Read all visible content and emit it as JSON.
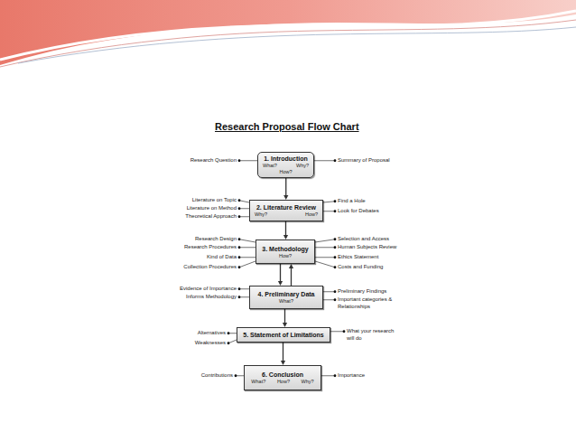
{
  "diagram": {
    "title": "Research Proposal Flow Chart",
    "nodes": [
      {
        "text": [
          "1. Introduction",
          "What?",
          "Why?",
          "How?"
        ]
      },
      {
        "text": [
          "2. Literature Review",
          "Why?",
          "How?"
        ]
      },
      {
        "text": [
          "3. Methodology",
          "How?"
        ]
      },
      {
        "text": [
          "4. Preliminary Data",
          "What?"
        ]
      },
      {
        "text": [
          "5. Statement of Limitations"
        ]
      },
      {
        "text": [
          "6. Conclusion",
          "What?",
          "How?",
          "Why?"
        ]
      }
    ],
    "edges": [
      {
        "from": 0,
        "to": 1,
        "arrow": "to"
      },
      {
        "from": 1,
        "to": 2,
        "arrow": "to"
      },
      {
        "from": 2,
        "to": 3,
        "arrow": "to"
      },
      {
        "from": 3,
        "to": 2,
        "arrow": "to"
      },
      {
        "from": 3,
        "to": 4,
        "arrow": "to"
      },
      {
        "from": 4,
        "to": 5,
        "arrow": "to"
      }
    ],
    "labels": [
      "Research Question",
      "Summary of Proposal",
      "Literature on Topic",
      "Literature on Method",
      "Theoretical Approach",
      "Find a Hole",
      "Look for Debates",
      "Research Design",
      "Research Procedures",
      "Kind of Data",
      "Collection Procedures",
      "Selection and Access",
      "Human Subjects Review",
      "Ethics Statement",
      "Costs and Funding",
      "Evidence of Importance",
      "Informs Methodology",
      "Preliminary Findings",
      "Important categories & Relationships",
      "Alternatives",
      "Weaknesses",
      "What your research will do",
      "Contributions",
      "Importance"
    ]
  }
}
